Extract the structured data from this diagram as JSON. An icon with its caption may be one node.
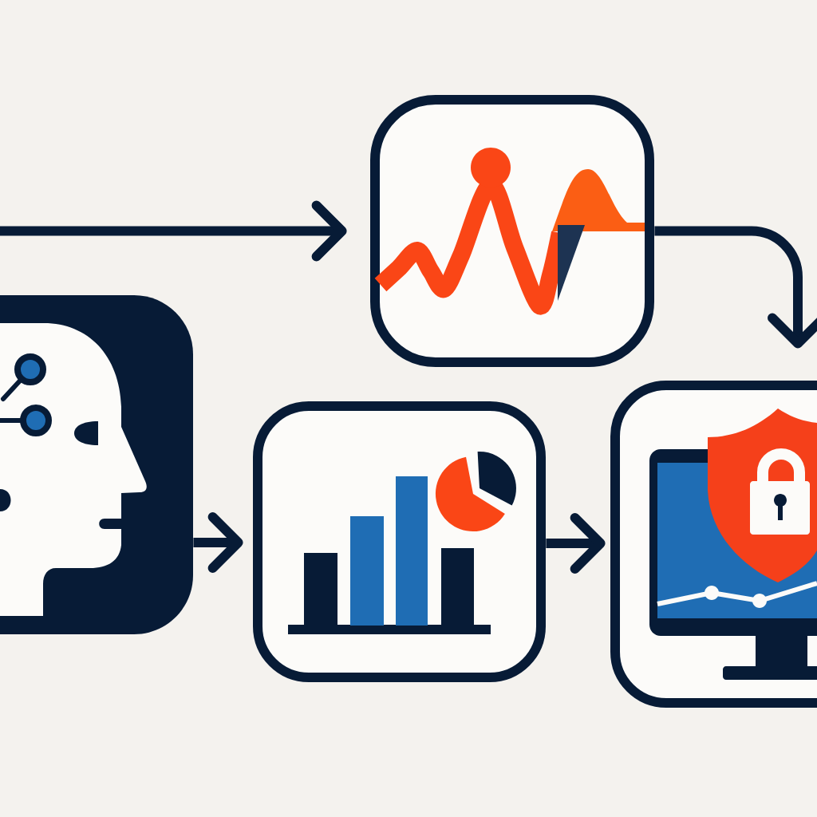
{
  "diagram": {
    "nodes": [
      {
        "text": [],
        "shape": "picture"
      },
      {
        "text": [],
        "shape": "picture"
      },
      {
        "text": [],
        "shape": "picture"
      },
      {
        "text": [],
        "shape": "picture"
      }
    ],
    "edges": [
      {
        "from": null,
        "to": 0,
        "arrow": "to"
      },
      {
        "from": 0,
        "to": 3,
        "arrow": "to"
      },
      {
        "from": 1,
        "to": 2,
        "arrow": "to"
      },
      {
        "from": 2,
        "to": 3,
        "arrow": "to"
      }
    ]
  }
}
